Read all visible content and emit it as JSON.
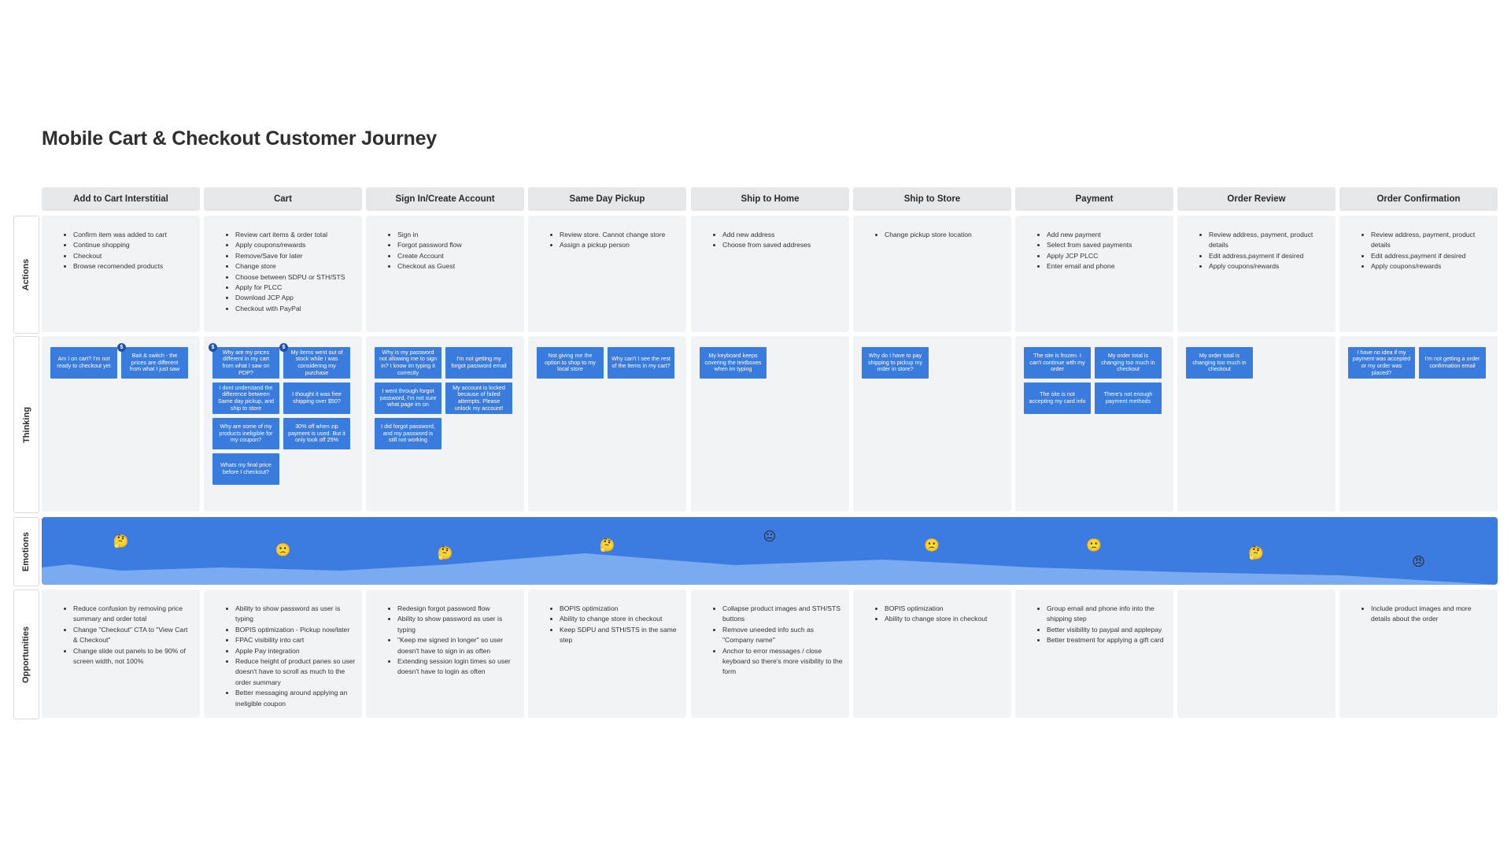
{
  "title": "Mobile Cart & Checkout Customer Journey",
  "row_labels": {
    "actions": "Actions",
    "thinking": "Thinking",
    "emotions": "Emotions",
    "opportunities": "Opportunities"
  },
  "stages": [
    {
      "name": "Add to Cart Interstitial",
      "actions": [
        "Confirm item was added to cart",
        "Continue shopping",
        "Checkout",
        "Browse recomended products"
      ],
      "thoughts": [
        "Am I on cart? I'm not ready to checkout yet",
        "Bait & switch - the prices are different from what I just saw"
      ],
      "emotion": "🤔",
      "opportunities": [
        "Reduce confusion by removing price summary and order total",
        "Change \"Checkout\" CTA to \"View Cart & Checkout\"",
        "Change slide out panels to be 90% of screen width, not 100%"
      ]
    },
    {
      "name": "Cart",
      "actions": [
        "Review cart items & order total",
        "Apply coupons/rewards",
        "Remove/Save for later",
        "Change store",
        "Choose between SDPU or STH/STS",
        "Apply for PLCC",
        "Download JCP App",
        "Checkout with PayPal"
      ],
      "thoughts": [
        "Why are my prices different in my cart from what I saw on PDP?",
        "My items went out of stock while I was considering my purchase",
        "I dont understand the difference between Same day pickup, and ship to store",
        "I thought it was free shipping over $50?",
        "Why are some of my products ineligible for my coupon?",
        "30% off when zip payment is used. But it only took off 25%",
        "Whats my final price before I checkout?"
      ],
      "emotion": "🙁",
      "opportunities": [
        "Ability to show password as user is typing",
        "BOPIS optimization - Pickup now/later",
        "FPAC visibility into cart",
        "Apple Pay integration",
        "Reduce height of product panes so user doesn't have to scroll as much to the order summary",
        "Better messaging around applying an ineligible coupon"
      ]
    },
    {
      "name": "Sign In/Create Account",
      "actions": [
        "Sign in",
        "Forgot password flow",
        "Create Account",
        "Checkout as Guest"
      ],
      "thoughts": [
        "Why is my password not allowing me to sign in? I know im typing it correctly",
        "I'm not getting my forgot password email",
        "I went through forgot password, I'm not sure what page im on",
        "My account is locked because of failed attempts. Please unlock my account!",
        "I did forgot password, and my password is still not working"
      ],
      "emotion": "🤔",
      "opportunities": [
        "Redesign forgot password flow",
        "Ability to show password as user is typing",
        "\"Keep me signed in longer\" so user doesn't have to sign in as often",
        "Extending session login times so user doesn't have to login as often"
      ]
    },
    {
      "name": "Same Day Pickup",
      "actions": [
        "Review store. Cannot change store",
        "Assign a pickup person"
      ],
      "thoughts": [
        "Not giving me the option to shop to my local store",
        "Why can't I see the rest of the items in my cart?"
      ],
      "emotion": "🤔",
      "opportunities": [
        "BOPIS optimization",
        "Ability to change store in checkout",
        "Keep SDPU and STH/STS in the same step"
      ]
    },
    {
      "name": "Ship to Home",
      "actions": [
        "Add new address",
        "Choose from saved addreses"
      ],
      "thoughts": [
        "My keyboard keeps covering the textboxes when im typing"
      ],
      "emotion": "😐",
      "opportunities": [
        "Collapse product images and STH/STS buttons",
        "Remove uneeded info such as \"Company name\"",
        "Anchor to error messages / close keyboard so there's more visibility to the form"
      ]
    },
    {
      "name": "Ship to Store",
      "actions": [
        "Change pickup store location"
      ],
      "thoughts": [
        "Why do I have to pay shipping to pickup my order in store?"
      ],
      "emotion": "🙁",
      "opportunities": [
        "BOPIS optimization",
        "Ability to change store in checkout"
      ]
    },
    {
      "name": "Payment",
      "actions": [
        "Add new payment",
        "Select from saved payments",
        "Apply JCP PLCC",
        "Enter email and phone"
      ],
      "thoughts": [
        "The site is frozen. I can't continue with my order",
        "My order total is changing too much in checkout",
        "The site is not accepting my card info",
        "There's not enough payment methods"
      ],
      "emotion": "🙁",
      "opportunities": [
        "Group email and phone info into the shipping step",
        "Better visibility to paypal and applepay",
        "Better treatment for applying a gift card"
      ]
    },
    {
      "name": "Order Review",
      "actions": [
        "Review address, payment, product details",
        "Edit address,payment if desired",
        "Apply coupons/rewards"
      ],
      "thoughts": [
        "My order total is changing too much in checkout"
      ],
      "emotion": "🤔",
      "opportunities": []
    },
    {
      "name": "Order Confirmation",
      "actions": [
        "Review address, payment, product details",
        "Edit address,payment if desired",
        "Apply coupons/rewards"
      ],
      "thoughts": [
        "I have no idea if my payment was accepted or my order was placed?",
        "I'm not getting a order confirmation email"
      ],
      "emotion": "😠",
      "opportunities": [
        "Include product images and more details about the order"
      ]
    }
  ],
  "badges": [
    "$",
    "$",
    "$"
  ],
  "colors": {
    "note": "#3a7bde",
    "band": "#3c7be0",
    "band_light": "#7aaaf0"
  }
}
